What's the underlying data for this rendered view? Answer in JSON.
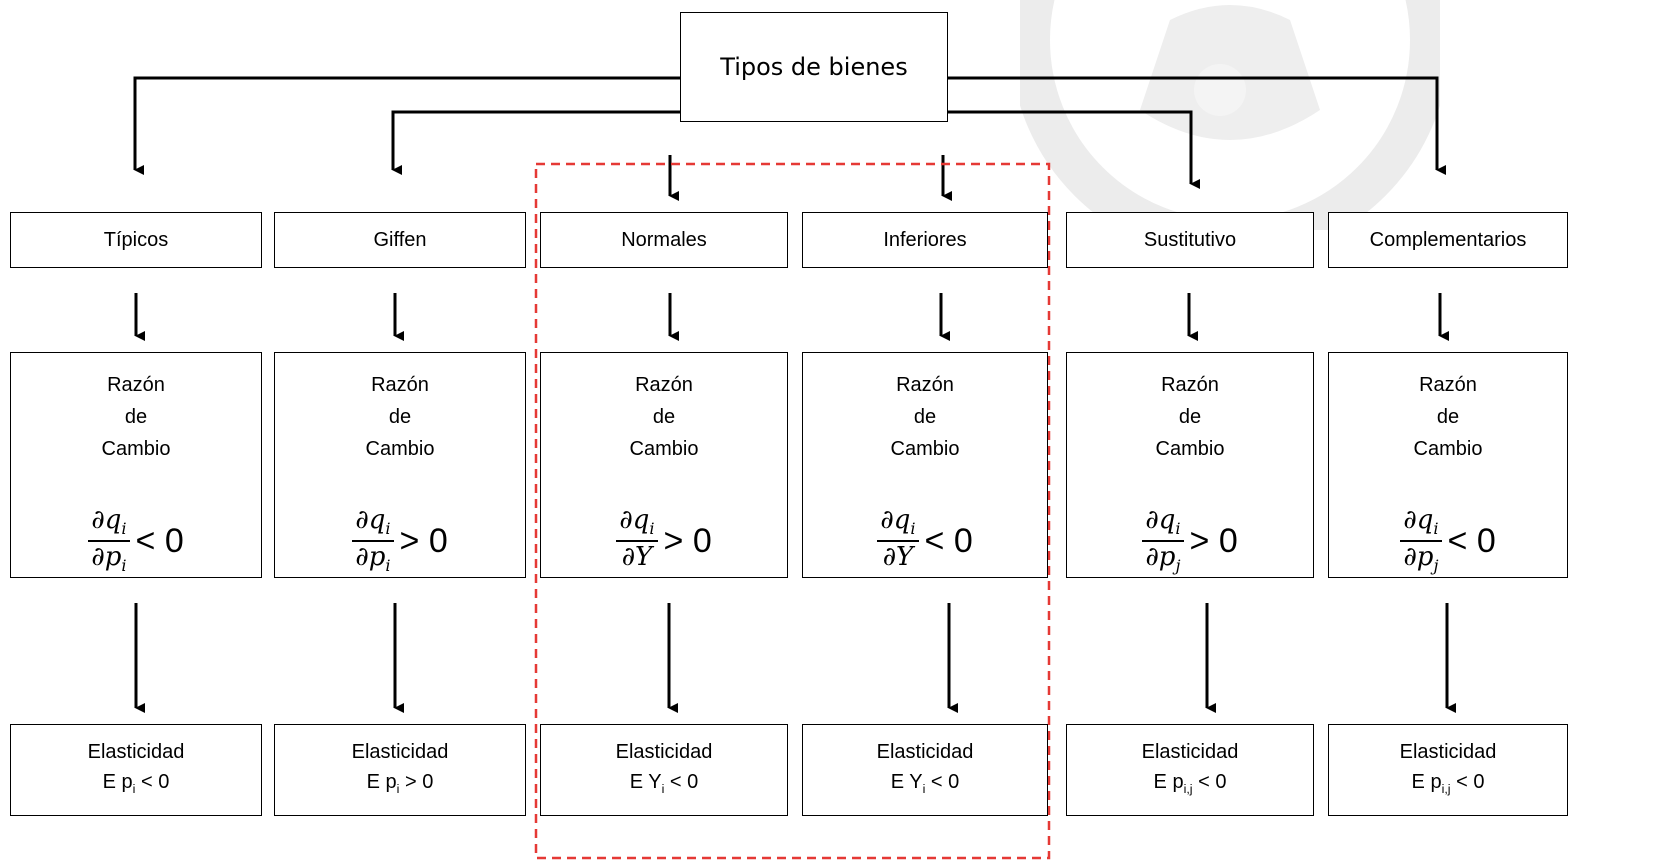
{
  "root": {
    "title": "Tipos de bienes"
  },
  "columns": [
    {
      "type": "Típicos",
      "ratio": [
        "Razón",
        "de",
        "Cambio"
      ],
      "numerator": "∂q",
      "num_sub": "i",
      "denominator": "∂p",
      "den_sub": "i",
      "relation": "< 0",
      "elasticity_label": "Elasticidad",
      "elasticity_pre": "E p",
      "elasticity_sub": "i",
      "elasticity_rel": " < 0"
    },
    {
      "type": "Giffen",
      "ratio": [
        "Razón",
        "de",
        "Cambio"
      ],
      "numerator": "∂q",
      "num_sub": "i",
      "denominator": "∂p",
      "den_sub": "i",
      "relation": "> 0",
      "elasticity_label": "Elasticidad",
      "elasticity_pre": "E p",
      "elasticity_sub": "i",
      "elasticity_rel": " > 0"
    },
    {
      "type": "Normales",
      "ratio": [
        "Razón",
        "de",
        "Cambio"
      ],
      "numerator": "∂q",
      "num_sub": "i",
      "denominator": "∂Y",
      "den_sub": "",
      "relation": "> 0",
      "elasticity_label": "Elasticidad",
      "elasticity_pre": "E Y",
      "elasticity_sub": "i",
      "elasticity_rel": " < 0"
    },
    {
      "type": "Inferiores",
      "ratio": [
        "Razón",
        "de",
        "Cambio"
      ],
      "numerator": "∂q",
      "num_sub": "i",
      "denominator": "∂Y",
      "den_sub": "",
      "relation": "< 0",
      "elasticity_label": "Elasticidad",
      "elasticity_pre": "E Y",
      "elasticity_sub": "i",
      "elasticity_rel": " < 0"
    },
    {
      "type": "Sustitutivo",
      "ratio": [
        "Razón",
        "de",
        "Cambio"
      ],
      "numerator": "∂q",
      "num_sub": "i",
      "denominator": "∂p",
      "den_sub": "j",
      "relation": "> 0",
      "elasticity_label": "Elasticidad",
      "elasticity_pre": "E p",
      "elasticity_sub": "i,j",
      "elasticity_rel": " < 0"
    },
    {
      "type": "Complementarios",
      "ratio": [
        "Razón",
        "de",
        "Cambio"
      ],
      "numerator": "∂q",
      "num_sub": "i",
      "denominator": "∂p",
      "den_sub": "j",
      "relation": "< 0",
      "elasticity_label": "Elasticidad",
      "elasticity_pre": "E p",
      "elasticity_sub": "i,j",
      "elasticity_rel": " < 0"
    }
  ],
  "colors": {
    "line": "#000000",
    "highlight": "#e53935",
    "watermark": "#e8e8e8"
  }
}
